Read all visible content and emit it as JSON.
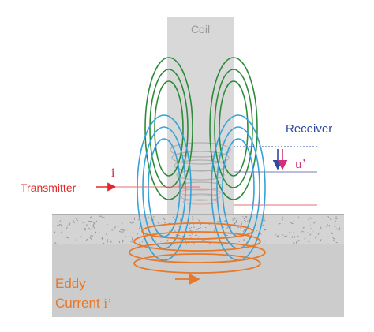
{
  "labels": {
    "coil": "Coil",
    "receiver": "Receiver",
    "u_prime": "u’",
    "i": "i",
    "transmitter": "Transmitter",
    "eddy_line1": "Eddy",
    "eddy_line2_text": "Current ",
    "eddy_line2_symbol": "i’"
  },
  "colors": {
    "coil_column": "#d8d8d8",
    "coil_label": "#9a9a9a",
    "ground_upper": "#d4d4d4",
    "ground_lower": "#cccccc",
    "speckle": "#8c8c8c",
    "green_loops": "#2e8b3a",
    "blue_loops": "#35a3d9",
    "inner_coil": "#b0b0b0",
    "eddy_orange": "#e8782a",
    "receiver_blue": "#2b4aa0",
    "red": "#e0282a",
    "magenta": "#d1307a",
    "dark_red": "#c0283a"
  },
  "icons": {
    "transmitter_arrow": "right-arrow-icon",
    "receiver_arrows": "down-arrow-icon",
    "eddy_arrow": "right-arrow-icon"
  }
}
